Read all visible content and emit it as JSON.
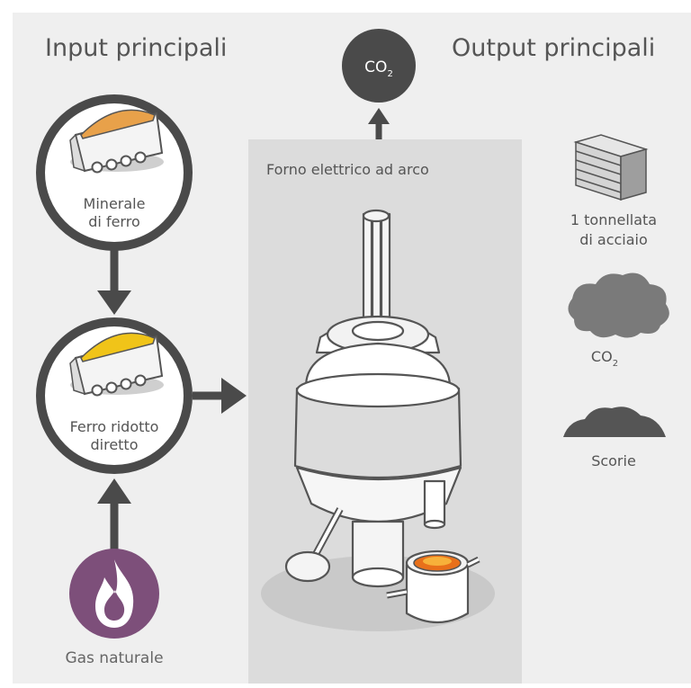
{
  "headings": {
    "inputs": "Input principali",
    "outputs": "Output principali"
  },
  "top_emission": {
    "label_main": "CO",
    "label_sub": "2"
  },
  "furnace": {
    "title": "Forno elettrico ad arco",
    "icon": "electric-arc-furnace-illustration"
  },
  "inputs": [
    {
      "label_line1": "Minerale",
      "label_line2": "di ferro",
      "icon": "mining-cart-ore-icon",
      "color": "#e8a14a"
    },
    {
      "label_line1": "Ferro ridotto",
      "label_line2": "diretto",
      "icon": "mining-cart-dri-icon",
      "color": "#f0c419"
    },
    {
      "label": "Gas naturale",
      "icon": "flame-icon",
      "color": "#7d4f7a"
    }
  ],
  "outputs": [
    {
      "label_line1": "1 tonnellata",
      "label_line2": "di acciaio",
      "icon": "steel-stack-icon"
    },
    {
      "label_main": "CO",
      "label_sub": "2",
      "icon": "cloud-icon"
    },
    {
      "label": "Scorie",
      "icon": "slag-pile-icon"
    }
  ],
  "colors": {
    "background": "#efefef",
    "panel": "#dcdcdc",
    "dark": "#4a4a4a",
    "text": "#555555"
  }
}
